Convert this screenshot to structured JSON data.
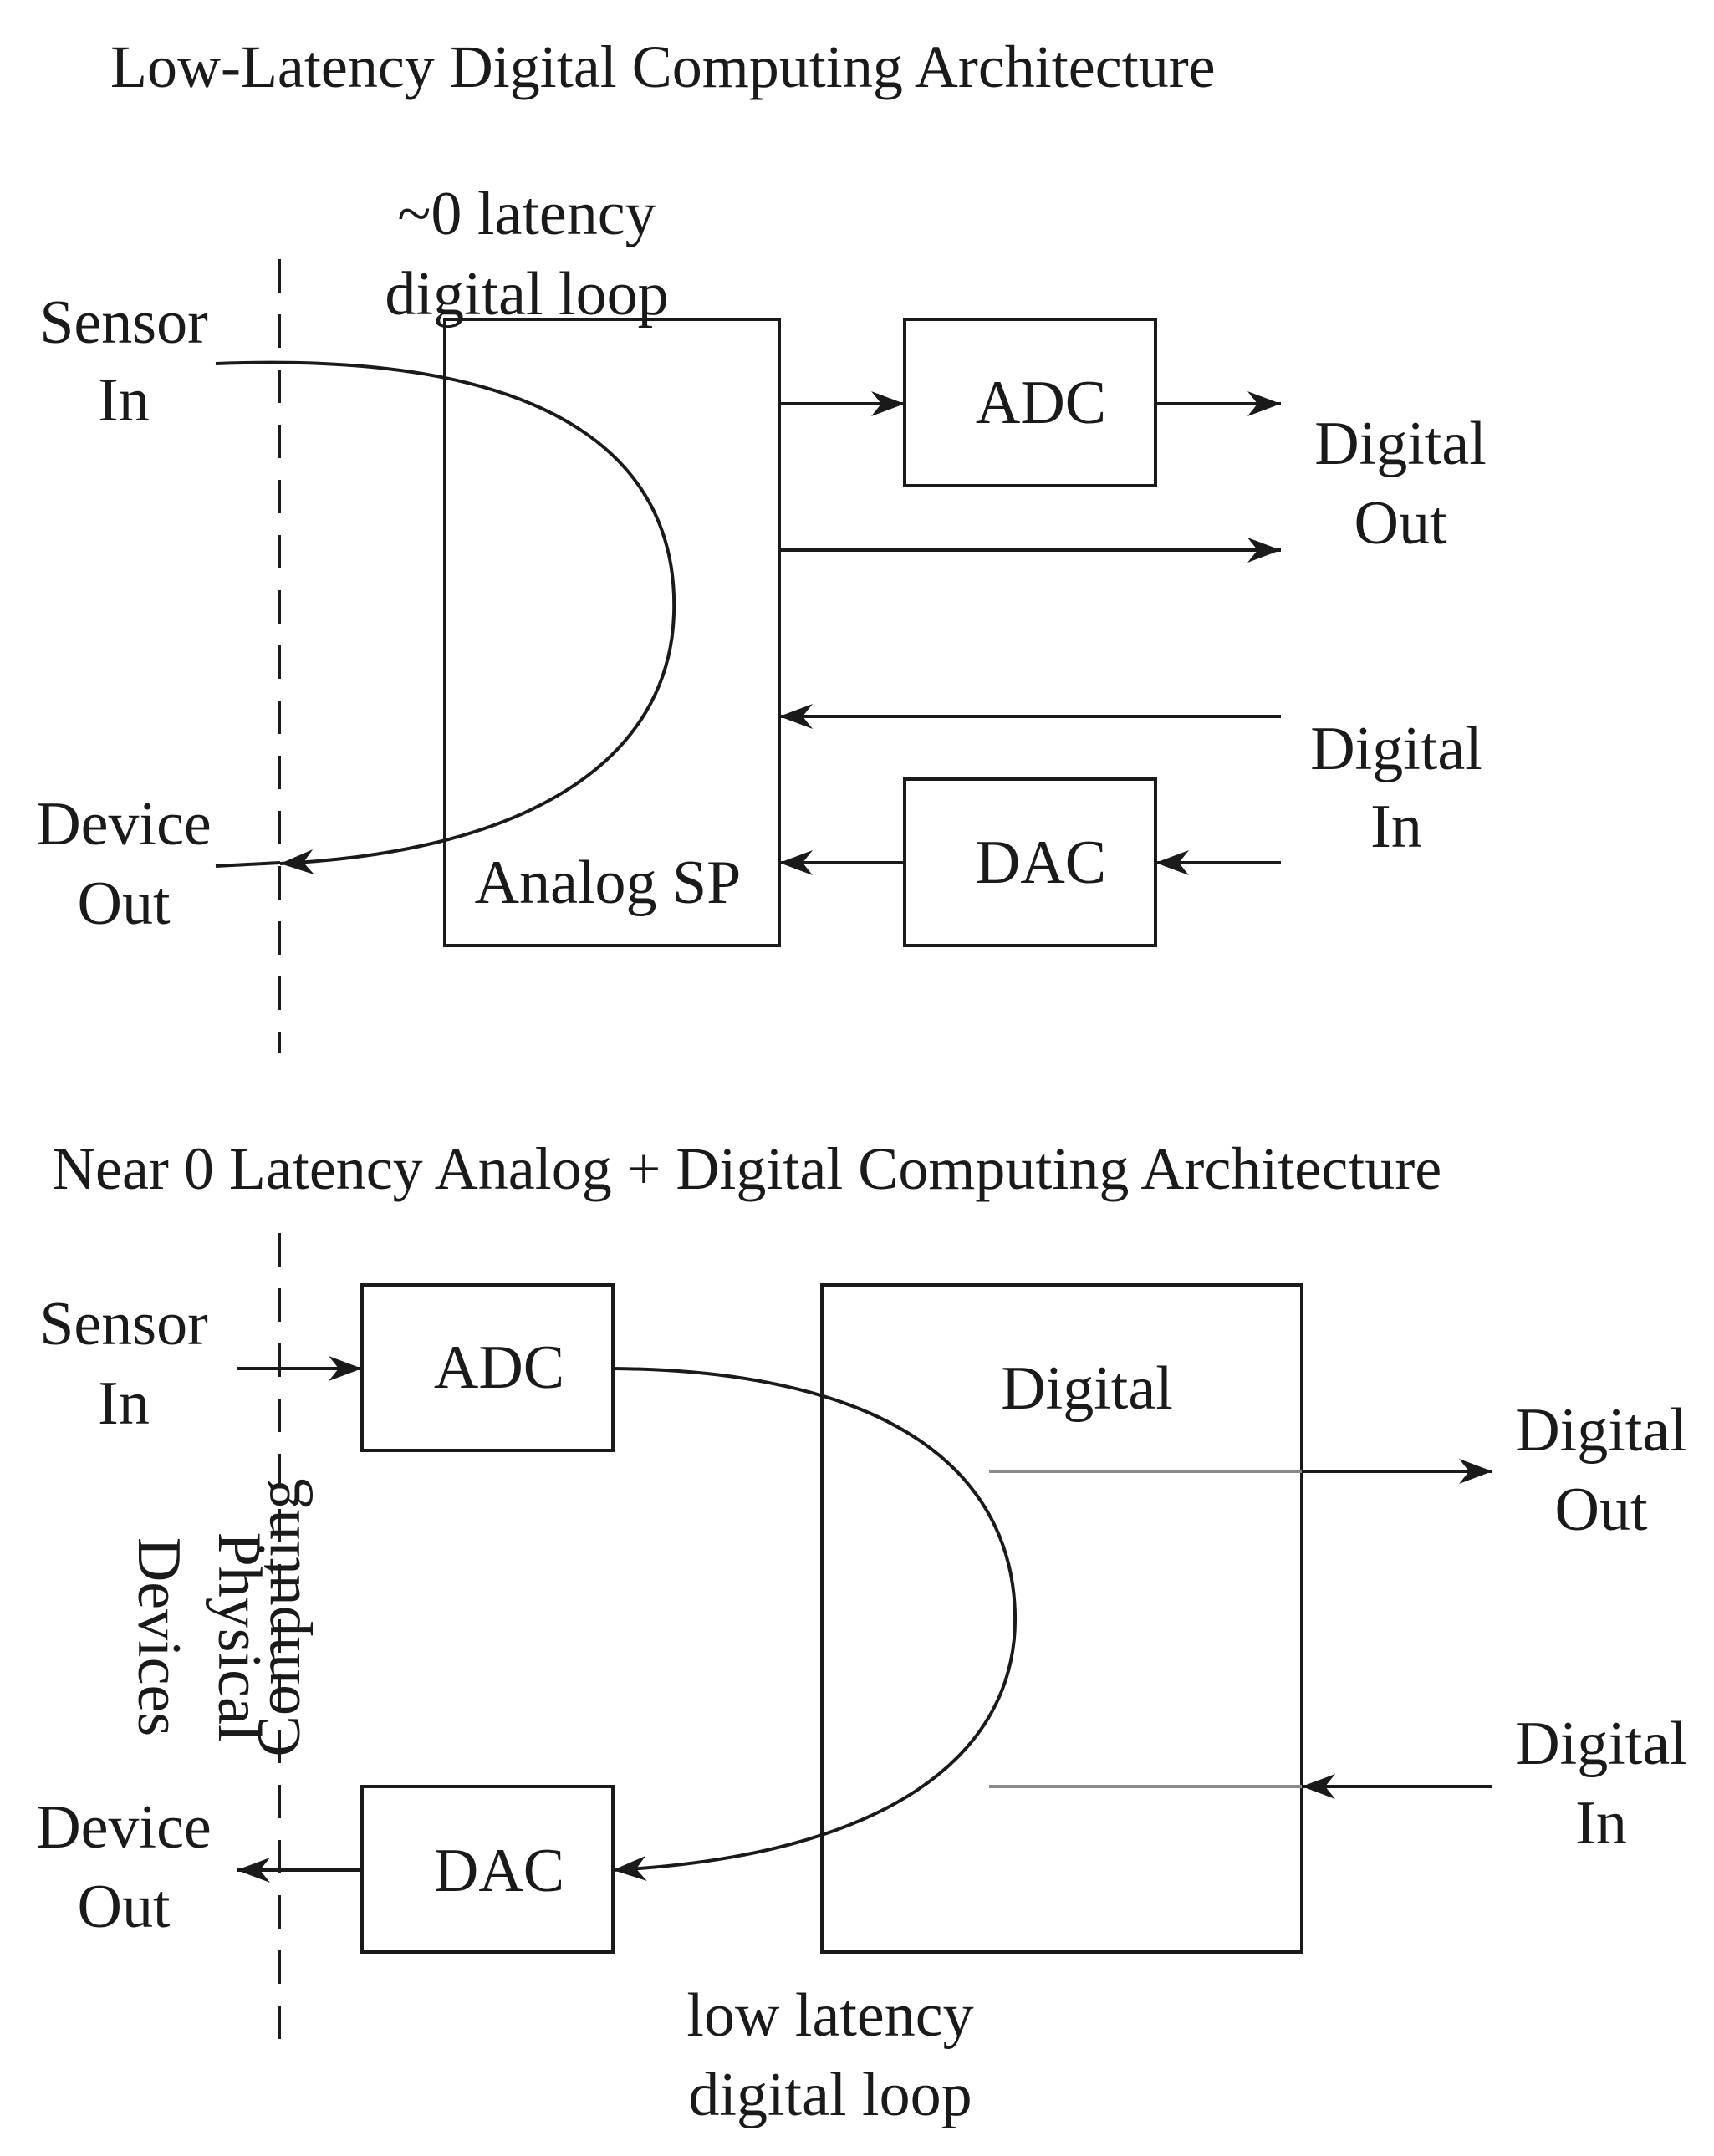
{
  "top": {
    "title": "Low-Latency Digital Computing Architecture",
    "loop_label": [
      "~0 latency",
      "digital loop"
    ],
    "sensor_in": [
      "Sensor",
      "In"
    ],
    "device_out": [
      "Device",
      "Out"
    ],
    "analog_sp": "Analog SP",
    "adc": "ADC",
    "dac": "DAC",
    "digital_out": [
      "Digital",
      "Out"
    ],
    "digital_in": [
      "Digital",
      "In"
    ]
  },
  "bottom": {
    "title": "Near 0 Latency Analog + Digital Computing Architecture",
    "sensor_in": [
      "Sensor",
      "In"
    ],
    "device_out": [
      "Device",
      "Out"
    ],
    "adc": "ADC",
    "dac": "DAC",
    "digital": "Digital",
    "digital_out": [
      "Digital",
      "Out"
    ],
    "digital_in": [
      "Digital",
      "In"
    ],
    "loop_label": [
      "low latency",
      "digital loop"
    ],
    "physical_devices": [
      "Physical",
      "Devices"
    ],
    "computing": "Computing"
  }
}
